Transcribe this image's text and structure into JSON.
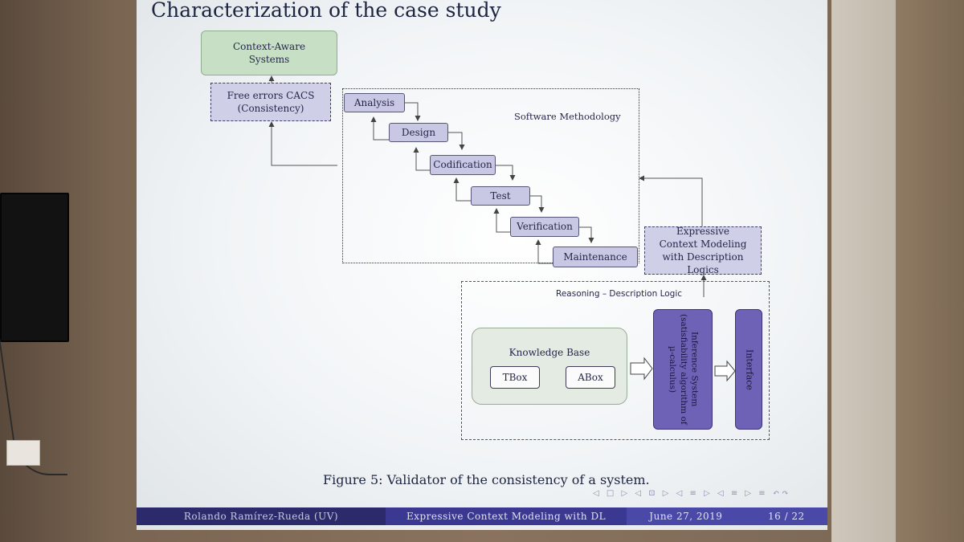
{
  "slide": {
    "title": "Characterization of the case study",
    "boxes": {
      "context_aware": "Context-Aware Systems",
      "free_errors": "Free errors CACS (Consistency)",
      "software_methodology": "Software Methodology",
      "analysis": "Analysis",
      "design": "Design",
      "codification": "Codification",
      "test": "Test",
      "verification": "Verification",
      "maintenance": "Maintenance",
      "expressive": "Expressive Context Modeling with Description Logics",
      "reasoning": "Reasoning – Description Logic",
      "knowledge_base": "Knowledge Base",
      "tbox": "TBox",
      "abox": "ABox",
      "inference": "Inference System (satisfiability algorithm of µ-calculus)",
      "interface": "Interface"
    },
    "caption": "Figure 5: Validator of the consistency of a system.",
    "nav_symbols": "◁ □ ▷ ◁ ⊡ ▷ ◁ ≡ ▷ ◁ ≡ ▷ ≡ ↶↷",
    "footer": {
      "author": "Rolando Ramírez-Rueda (UV)",
      "talk": "Expressive Context Modeling with DL",
      "date": "June 27, 2019",
      "page": "16 / 22"
    }
  }
}
